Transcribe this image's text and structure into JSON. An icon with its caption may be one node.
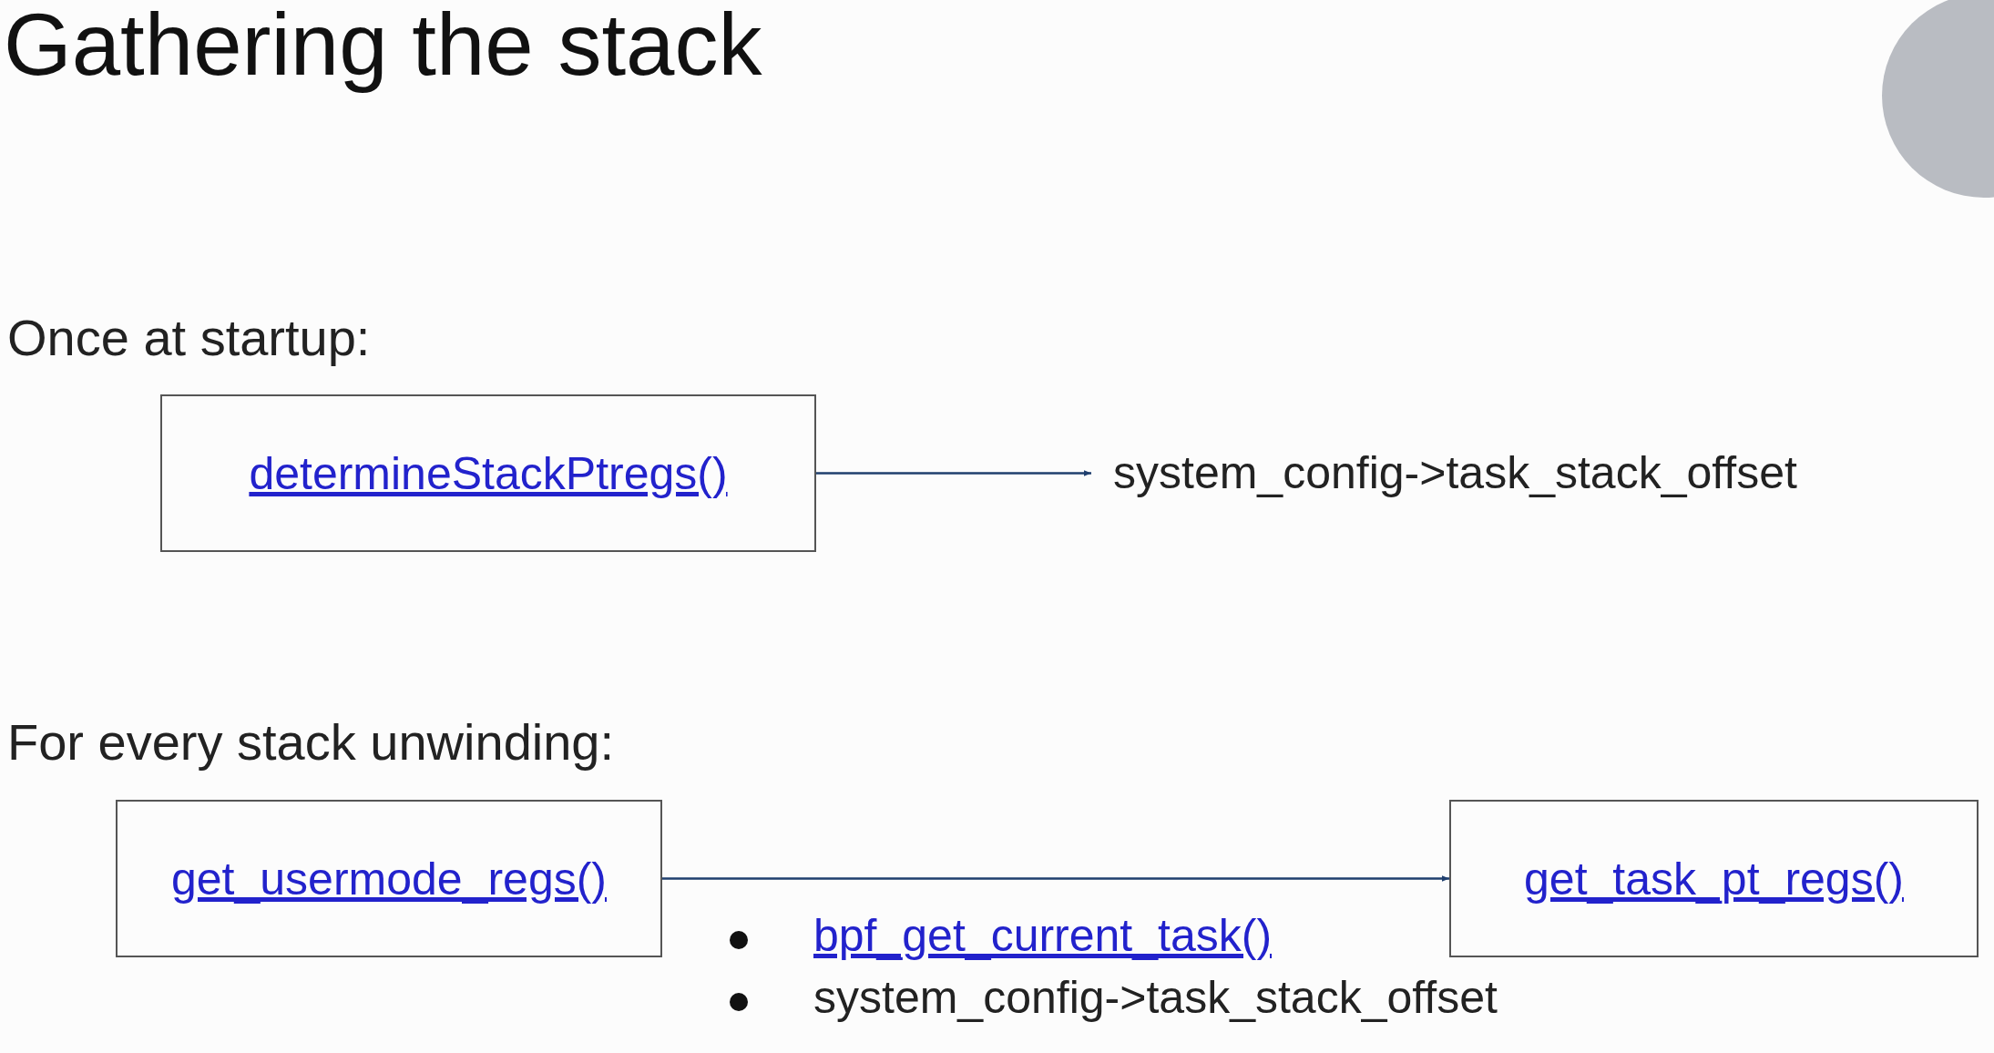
{
  "diagram": {
    "title": "Gathering the stack",
    "nodes": [
      {
        "text": [
          "determineStackPtregs()"
        ]
      },
      {
        "text": [
          "system_config->task_stack_offset"
        ]
      },
      {
        "text": [
          "get_usermode_regs()"
        ]
      },
      {
        "text": [
          "get_task_pt_regs()"
        ]
      }
    ],
    "edges": [
      {
        "from": 0,
        "to": 1,
        "arrow": "to"
      },
      {
        "from": 2,
        "to": 3,
        "arrow": "to"
      }
    ],
    "labels": [
      "Once at startup:",
      "For every stack unwinding:",
      "bpf_get_current_task()",
      "system_config->task_stack_offset"
    ]
  }
}
